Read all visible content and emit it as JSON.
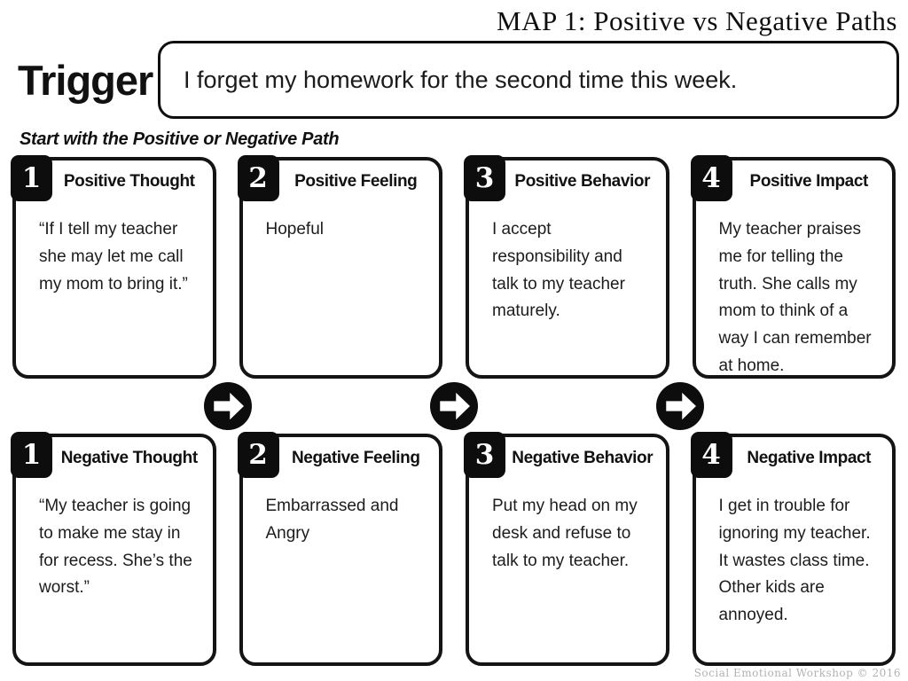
{
  "header": {
    "title": "MAP 1: Positive vs Negative Paths"
  },
  "trigger": {
    "label": "Trigger",
    "text": "I forget my homework for the second time this week."
  },
  "subtitle": "Start with the Positive or Negative Path",
  "paths": {
    "positive": {
      "cards": [
        {
          "number": "1",
          "title": "Positive Thought",
          "body": "“If I tell my teacher she may let me call my mom to bring it.”"
        },
        {
          "number": "2",
          "title": "Positive Feeling",
          "body": "Hopeful"
        },
        {
          "number": "3",
          "title": "Positive Behavior",
          "body": "I accept responsibility and talk to my teacher maturely."
        },
        {
          "number": "4",
          "title": "Positive Impact",
          "body": "My teacher praises me for telling the truth. She calls my mom to think of a way I can remember at home."
        }
      ]
    },
    "negative": {
      "cards": [
        {
          "number": "1",
          "title": "Negative Thought",
          "body": "“My teacher is going to make me stay in for recess. She’s the worst.”"
        },
        {
          "number": "2",
          "title": "Negative Feeling",
          "body": "Embarrassed and Angry"
        },
        {
          "number": "3",
          "title": "Negative Behavior",
          "body": "Put my head on my desk and refuse to talk to my teacher."
        },
        {
          "number": "4",
          "title": "Negative Impact",
          "body": "I get in trouble for ignoring my teacher. It wastes class time. Other kids are annoyed."
        }
      ]
    }
  },
  "arrows": {
    "icon": "right-arrow",
    "count": 3
  },
  "footer": {
    "credit": "Social Emotional Workshop © 2016"
  },
  "colors": {
    "ink": "#111111",
    "paper": "#ffffff",
    "footer_gray": "#b2b2b2"
  }
}
